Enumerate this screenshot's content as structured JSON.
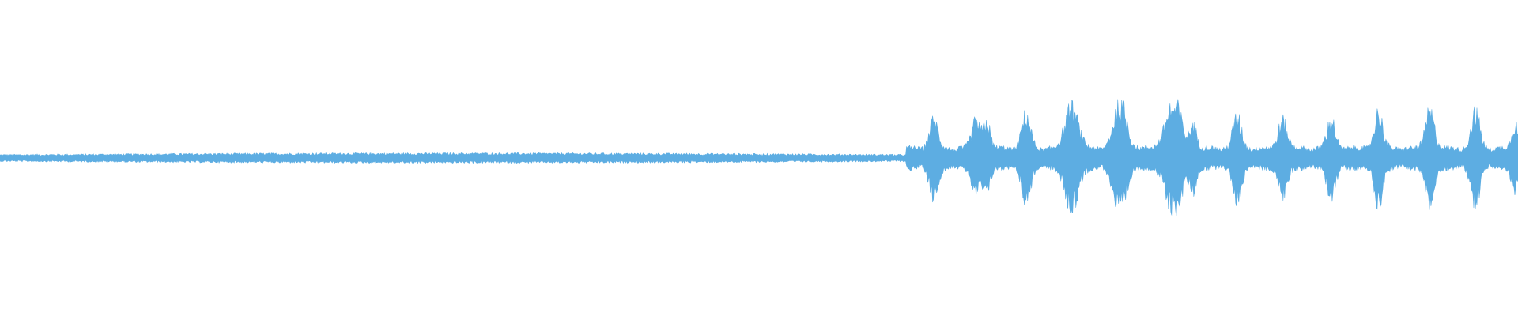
{
  "waveform": {
    "color": "#5dade2",
    "background": "#ffffff",
    "sample_count": 1920,
    "quiet_fraction": 0.597,
    "quiet_level": 0.09,
    "loud_base_level": 0.17,
    "peaks": [
      {
        "position": 0.615,
        "level": 0.56,
        "width": 0.004
      },
      {
        "position": 0.643,
        "level": 0.52,
        "width": 0.004
      },
      {
        "position": 0.65,
        "level": 0.55,
        "width": 0.003
      },
      {
        "position": 0.676,
        "level": 0.66,
        "width": 0.004
      },
      {
        "position": 0.706,
        "level": 0.82,
        "width": 0.006
      },
      {
        "position": 0.738,
        "level": 0.92,
        "width": 0.006
      },
      {
        "position": 0.773,
        "level": 0.96,
        "width": 0.007
      },
      {
        "position": 0.786,
        "level": 0.48,
        "width": 0.003
      },
      {
        "position": 0.815,
        "level": 0.62,
        "width": 0.004
      },
      {
        "position": 0.845,
        "level": 0.58,
        "width": 0.004
      },
      {
        "position": 0.877,
        "level": 0.55,
        "width": 0.004
      },
      {
        "position": 0.908,
        "level": 0.71,
        "width": 0.004
      },
      {
        "position": 0.942,
        "level": 0.76,
        "width": 0.004
      },
      {
        "position": 0.972,
        "level": 0.7,
        "width": 0.004
      },
      {
        "position": 0.998,
        "level": 0.5,
        "width": 0.003
      }
    ]
  }
}
